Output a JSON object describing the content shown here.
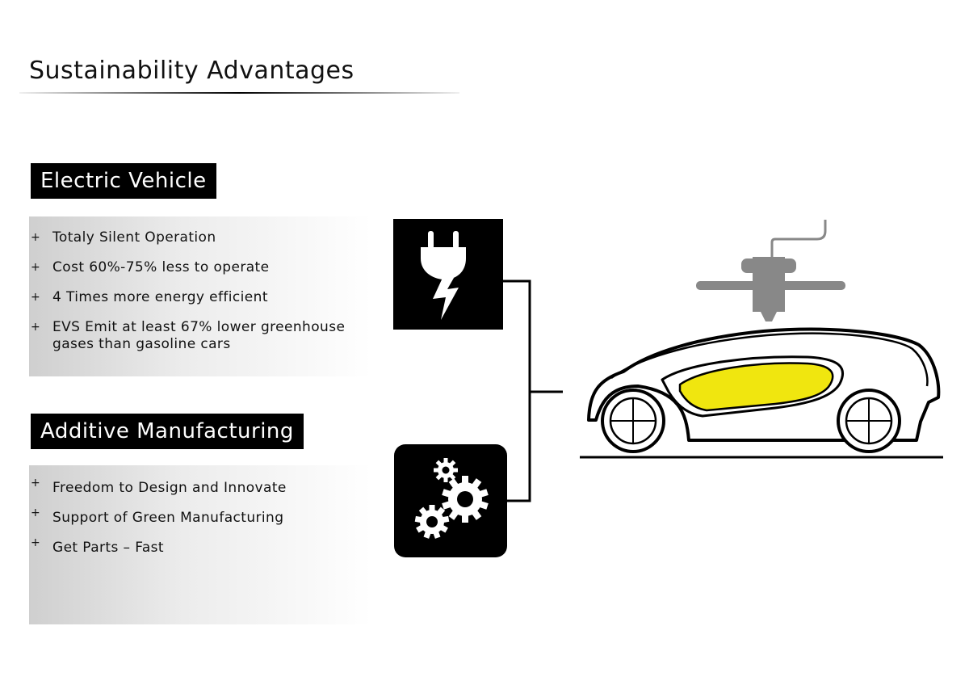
{
  "title": "Sustainability Advantages",
  "sections": [
    {
      "label": "Electric Vehicle",
      "items": [
        "Totaly Silent Operation",
        "Cost 60%-75% less to operate",
        "4 Times more energy efficient",
        "EVS Emit at least 67% lower greenhouse gases than gasoline cars"
      ]
    },
    {
      "label": "Additive Manufacturing",
      "items": [
        "Freedom to Design and Innovate",
        "Support of Green Manufacturing",
        "Get Parts – Fast"
      ]
    }
  ],
  "bullet_symbol": "+",
  "icons": [
    "electric-plug-icon",
    "gears-icon",
    "3d-printer-icon",
    "electric-car-icon"
  ],
  "colors": {
    "accent": "#f0e60f",
    "dark": "#000000",
    "gray": "#888888"
  }
}
